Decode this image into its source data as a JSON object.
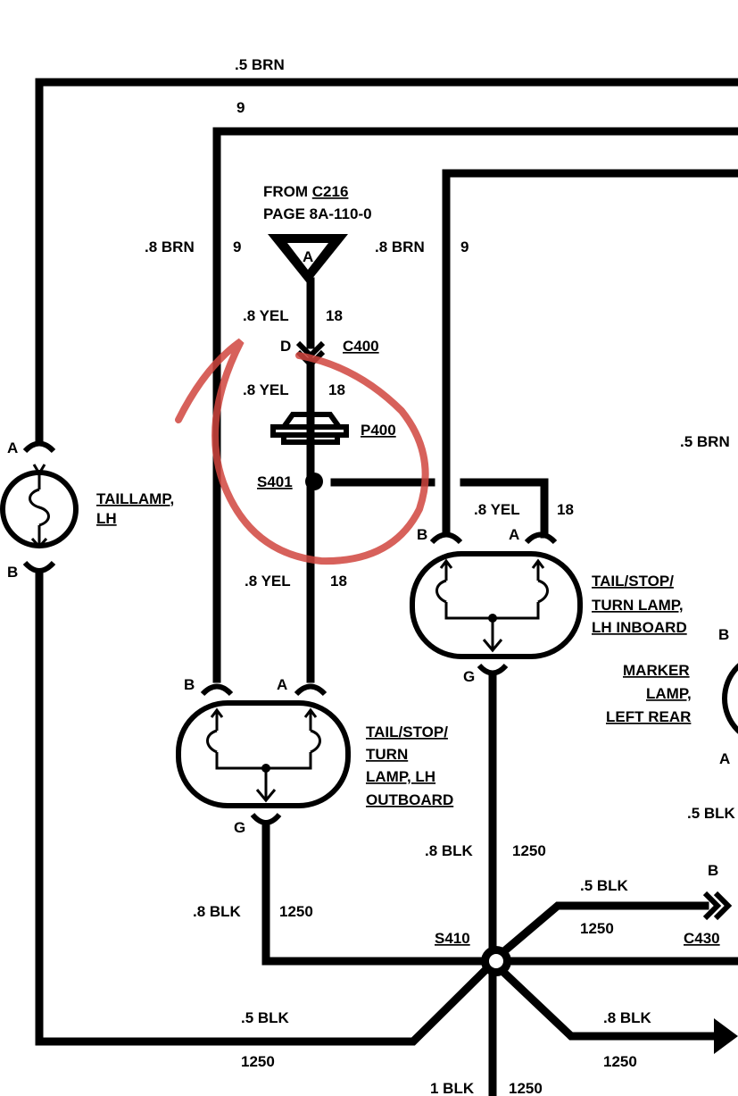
{
  "wires": {
    "top_brn_size": ".5 BRN",
    "circuit_9_top": "9",
    "left_brn_size": ".8 BRN",
    "left_brn_ckt": "9",
    "mid_brn_size": ".8 BRN",
    "mid_brn_ckt": "9",
    "yel_a_size": ".8 YEL",
    "yel_a_ckt": "18",
    "yel_b_size": ".8 YEL",
    "yel_b_ckt": "18",
    "yel_c_size": ".8 YEL",
    "yel_c_ckt": "18",
    "yel_right_size": ".8 YEL",
    "yel_right_ckt": "18",
    "right_brn_size": ".5 BRN",
    "blk_mid_size": ".8 BLK",
    "blk_mid_ckt": "1250",
    "blk_left_size": ".8 BLK",
    "blk_left_ckt": "1250",
    "blk_c430_size": ".5 BLK",
    "blk_c430_ckt": "1250",
    "blk_bottom_left_size": ".5 BLK",
    "blk_bottom_left_ckt": "1250",
    "blk_bottom_right_size": ".8 BLK",
    "blk_bottom_right_ckt": "1250",
    "blk_down_size": "1 BLK",
    "blk_down_ckt": "1250",
    "right_blk_partial": ".5 BLK"
  },
  "source": {
    "line1_prefix": "FROM",
    "line1_conn": "C216",
    "line2": "PAGE 8A-110-0",
    "triangle_letter": "A"
  },
  "connectors": {
    "c400": "C400",
    "c400_pin": "D",
    "p400": "P400",
    "s401": "S401",
    "s410": "S410",
    "c430": "C430",
    "c430_pin": "B"
  },
  "components": {
    "taillamp": {
      "line1": "TAILLAMP,",
      "line2": "LH",
      "pin_top": "A",
      "pin_bottom": "B"
    },
    "inboard": {
      "line1": "TAIL/STOP/",
      "line2": "TURN LAMP,",
      "line3": "LH INBOARD",
      "pin_b": "B",
      "pin_a": "A",
      "pin_g": "G"
    },
    "outboard": {
      "line1": "TAIL/STOP/",
      "line2": "TURN",
      "line3": "LAMP, LH",
      "line4": "OUTBOARD",
      "pin_b": "B",
      "pin_a": "A",
      "pin_g": "G"
    },
    "marker": {
      "line1": "MARKER",
      "line2": "LAMP,",
      "line3": "LEFT REAR",
      "pin_b": "B",
      "pin_a": "A"
    }
  },
  "annotation": {
    "color": "#d0453e",
    "description": "hand-drawn red circle"
  }
}
